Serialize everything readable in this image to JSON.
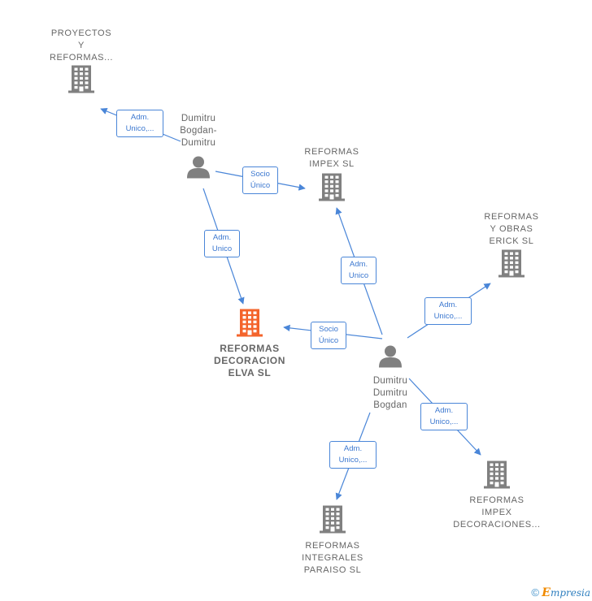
{
  "colors": {
    "edge": "#4a86d8",
    "node": "#808080",
    "focus": "#f4642c",
    "label": "#666666"
  },
  "nodes": [
    {
      "id": "proyectos",
      "kind": "company",
      "label": "PROYECTOS\nY\nREFORMAS..."
    },
    {
      "id": "dumitru_bd",
      "kind": "person",
      "label": "Dumitru\nBogdan-\nDumitru"
    },
    {
      "id": "impex",
      "kind": "company",
      "label": "REFORMAS\nIMPEX  SL"
    },
    {
      "id": "erick",
      "kind": "company",
      "label": "REFORMAS\nY OBRAS\nERICK  SL"
    },
    {
      "id": "elva",
      "kind": "focus",
      "label": "REFORMAS\nDECORACION\nELVA  SL"
    },
    {
      "id": "dumitru_db",
      "kind": "person",
      "label": "Dumitru\nDumitru\nBogdan"
    },
    {
      "id": "impex_dec",
      "kind": "company",
      "label": "REFORMAS\nIMPEX\nDECORACIONES..."
    },
    {
      "id": "paraiso",
      "kind": "company",
      "label": "REFORMAS\nINTEGRALES\nPARAISO  SL"
    }
  ],
  "edges": [
    {
      "from": "dumitru_bd",
      "to": "proyectos",
      "label": "Adm.\nUnico,..."
    },
    {
      "from": "dumitru_bd",
      "to": "impex",
      "label": "Socio\nÚnico"
    },
    {
      "from": "dumitru_bd",
      "to": "elva",
      "label": "Adm.\nUnico"
    },
    {
      "from": "dumitru_db",
      "to": "impex",
      "label": "Adm.\nUnico"
    },
    {
      "from": "dumitru_db",
      "to": "erick",
      "label": "Adm.\nUnico,..."
    },
    {
      "from": "dumitru_db",
      "to": "elva",
      "label": "Socio\nÚnico"
    },
    {
      "from": "dumitru_db",
      "to": "impex_dec",
      "label": "Adm.\nUnico,..."
    },
    {
      "from": "dumitru_db",
      "to": "paraiso",
      "label": "Adm.\nUnico,..."
    }
  ],
  "copyright": {
    "symbol": "©",
    "brand_initial": "E",
    "brand_rest": "mpresia"
  }
}
